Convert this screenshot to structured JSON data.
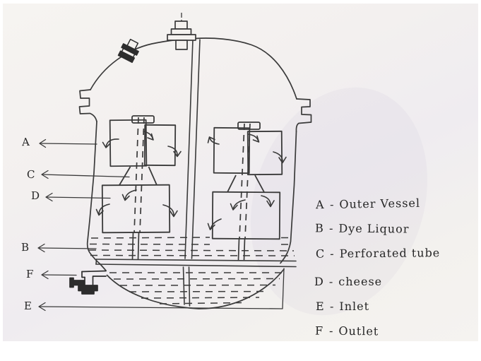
{
  "page": {
    "kind": "scanned hand-drawn diagram",
    "colors": {
      "ink": "#3a3a3a",
      "paper": "#f3f1ee",
      "dark_fill": "#2d2d2d"
    }
  },
  "diagram": {
    "callouts": [
      {
        "letter": "A"
      },
      {
        "letter": "C"
      },
      {
        "letter": "D"
      },
      {
        "letter": "B"
      },
      {
        "letter": "F"
      },
      {
        "letter": "E"
      }
    ],
    "legend": {
      "separator": "-",
      "items": [
        {
          "key": "A",
          "label": "Outer Vessel"
        },
        {
          "key": "B",
          "label": "Dye Liquor"
        },
        {
          "key": "C",
          "label": "Perforated tube"
        },
        {
          "key": "D",
          "label": "cheese"
        },
        {
          "key": "E",
          "label": "Inlet"
        },
        {
          "key": "F",
          "label": "Outlet"
        }
      ]
    }
  }
}
